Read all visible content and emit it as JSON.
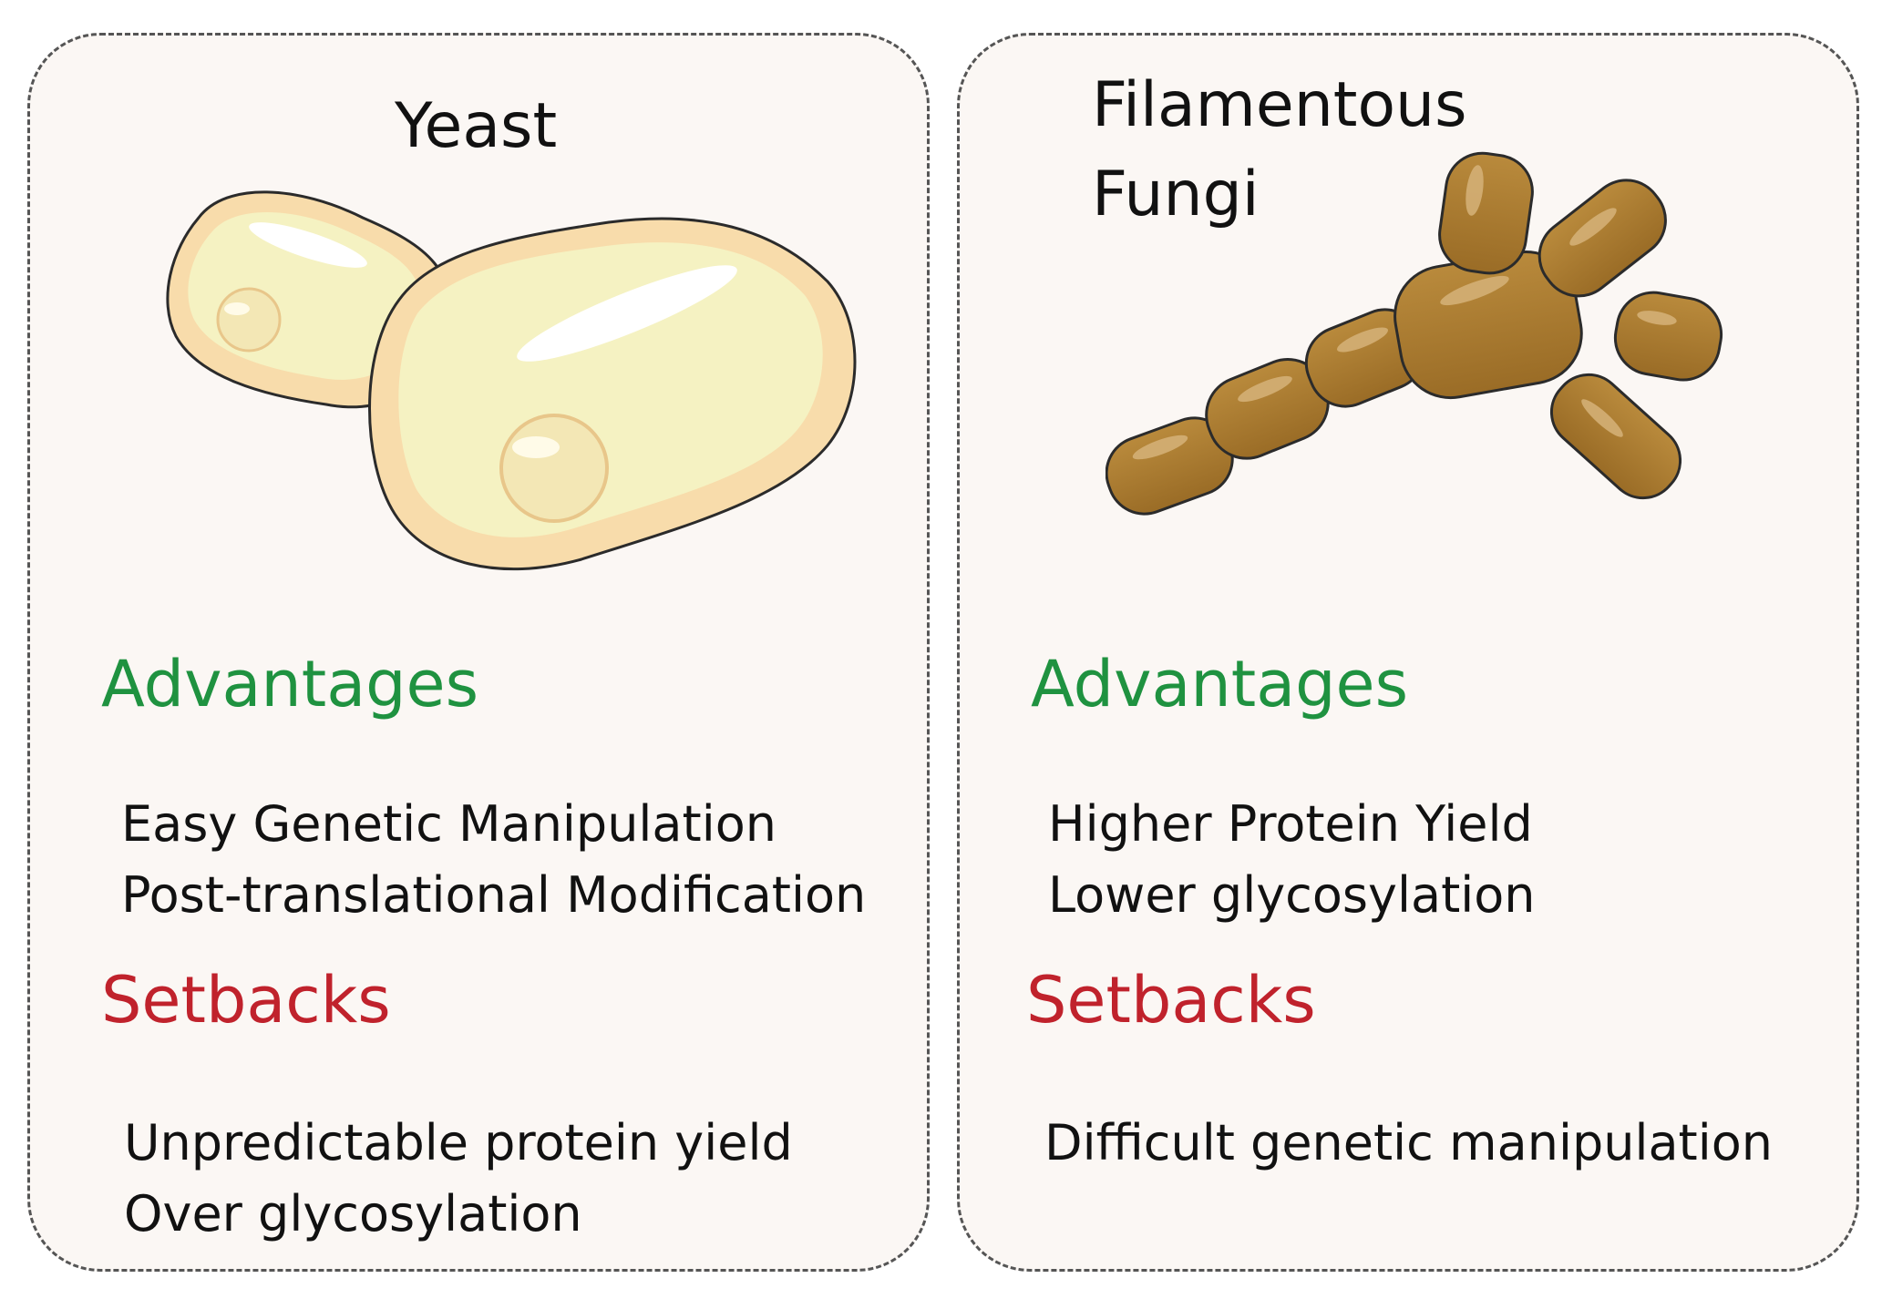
{
  "cards": [
    {
      "title": "Yeast",
      "advantages_heading": "Advantages",
      "advantages": [
        "Easy Genetic Manipulation",
        "Post-translational Modification"
      ],
      "setbacks_heading": "Setbacks",
      "setbacks": [
        "Unpredictable protein yield",
        "Over glycosylation"
      ]
    },
    {
      "title_lines": [
        "Filamentous",
        "Fungi"
      ],
      "advantages_heading": "Advantages",
      "advantages": [
        "Higher Protein Yield",
        "Lower glycosylation"
      ],
      "setbacks_heading": "Setbacks",
      "setbacks": [
        "Difficult genetic manipulation"
      ]
    }
  ],
  "colors": {
    "advantages": "#1f9240",
    "setbacks": "#c0222c",
    "card_background": "#fbf7f4",
    "card_border": "#555555",
    "yeast_fill": "#f8dcab",
    "yeast_inner": "#f5f2c2",
    "fungi_fill": "#a97830"
  },
  "icons": [
    "yeast-cells-illustration",
    "filamentous-fungi-illustration"
  ]
}
